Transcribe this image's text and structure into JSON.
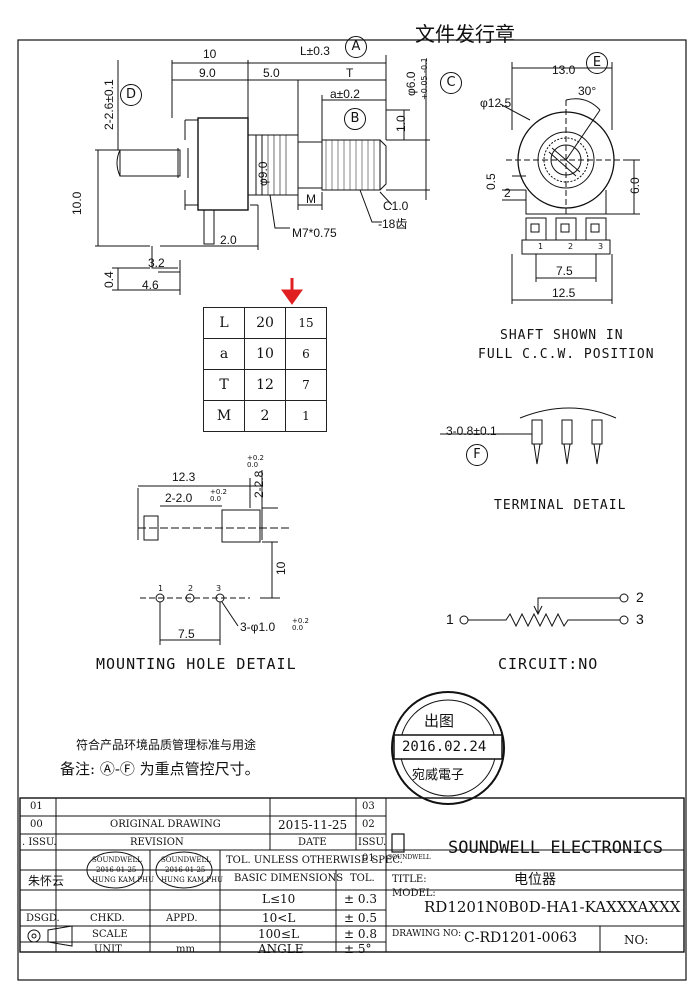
{
  "header_stamp": "文件发行章",
  "side_view": {
    "dim_10": "10",
    "dim_9_0": "9.0",
    "dim_5_0": "5.0",
    "dim_L": "L±0.3",
    "dim_T": "T",
    "dim_a": "a±0.2",
    "dim_shaft_dia": "φ6.0",
    "dim_shaft_tol": "+0.05 -0.1",
    "dim_1_0": "1.0",
    "dim_2_6": "2-2.6±0.1",
    "dim_bushing": "φ9.0",
    "dim_M": "M",
    "dim_thread": "M7*0.75",
    "dim_chamfer": "C1.0",
    "dim_teeth": "-18齿",
    "dim_height": "10.0",
    "dim_2_0": "2.0",
    "dim_3_2": "3.2",
    "dim_4_6": "4.6",
    "dim_0_4": "0.4",
    "label_A": "A",
    "label_B": "B",
    "label_C": "C",
    "label_D": "D"
  },
  "front_view": {
    "dim_13_0": "13.0",
    "dim_12_5_dia": "φ12.5",
    "dim_30": "30°",
    "dim_0_5": "0.5",
    "dim_2": "2",
    "dim_6_0": "6.0",
    "dim_7_5": "7.5",
    "dim_12_5": "12.5",
    "pin_1": "1",
    "pin_2": "2",
    "pin_3": "3",
    "label_E": "E"
  },
  "dimension_table": {
    "rows": [
      {
        "sym": "L",
        "a": "20",
        "b": "15"
      },
      {
        "sym": "a",
        "a": "10",
        "b": "6"
      },
      {
        "sym": "T",
        "a": "12",
        "b": "7"
      },
      {
        "sym": "M",
        "a": "2",
        "b": "1"
      }
    ]
  },
  "shaft_caption_1": "SHAFT SHOWN IN",
  "shaft_caption_2": "FULL C.C.W. POSITION",
  "terminal": {
    "dim": "3-0.8±0.1",
    "label_F": "F",
    "caption": "TERMINAL DETAIL"
  },
  "mounting": {
    "dim_12_3": "12.3",
    "dim_2_2_0": "2-2.0",
    "dim_2_2_0_tol": "+0.2 0.0",
    "dim_2_2_8": "2-2.8",
    "dim_2_2_8_tol": "+0.2 0.0",
    "dim_10": "10",
    "dim_7_5": "7.5",
    "dim_hole": "3-φ1.0",
    "dim_hole_tol": "+0.2 0.0",
    "pin_1": "1",
    "pin_2": "2",
    "pin_3": "3",
    "caption": "MOUNTING HOLE DETAIL"
  },
  "circuit": {
    "pin_1": "1",
    "pin_2": "2",
    "pin_3": "3",
    "caption": "CIRCUIT:NO"
  },
  "release_stamp": {
    "title": "出图",
    "date": "2016.02.24",
    "company": "宛威電子"
  },
  "notes": {
    "line1": "符合产品环境品质管理标准与用途",
    "line2": "备注: Ⓐ-Ⓕ 为重点管控尺寸。"
  },
  "title_block": {
    "rev_01": "01",
    "rev_00": "00",
    "rev_00_desc": "ORIGINAL  DRAWING",
    "rev_00_date": "2015-11-25",
    "issu": ". ISSU.",
    "revision": "REVISION",
    "date": "DATE",
    "issu2": "ISSU.",
    "rev_03": "03",
    "rev_02": "02",
    "rev_01b": "01",
    "designer": "朱怀云",
    "stamp1_name": "SOUNDWELL",
    "stamp1_date": "2016-01-25",
    "stamp1_sub": "HUNG KAM PHU",
    "stamp2_name": "SOUNDWELL",
    "stamp2_date": "2016-01-25",
    "stamp2_sub": "HUNG KAM PHU",
    "dsgd": "DSGD.",
    "chkd": "CHKD.",
    "appd": "APPD.",
    "scale": "SCALE",
    "unit": "UNIT",
    "unit_val": "mm",
    "tol_header": "TOL. UNLESS OTHERWISE SPEC.",
    "basic_dim": "BASIC DIMENSIONS",
    "tol": "TOL.",
    "r1_dim": "L≤10",
    "r1_tol": "± 0.3",
    "r2_dim": "10<L",
    "r2_tol": "± 0.5",
    "r3_dim": "100≤L",
    "r3_tol": "± 0.8",
    "r4_dim": "ANGLE",
    "r4_tol": "± 5°",
    "company_logo_text": "SOUNDWELL",
    "company": "SOUNDWELL ELECTRONICS",
    "title_label": "TITLE:",
    "title_value": "电位器",
    "model_label": "MODEL:",
    "model_value": "RD1201N0B0D-HA1-KAXXXAXXX",
    "drawing_label": "DRAWING NO:",
    "drawing_value": "C-RD1201-0063",
    "no_label": "NO:"
  },
  "colors": {
    "ink": "#111111",
    "arrow": "#e02020"
  }
}
